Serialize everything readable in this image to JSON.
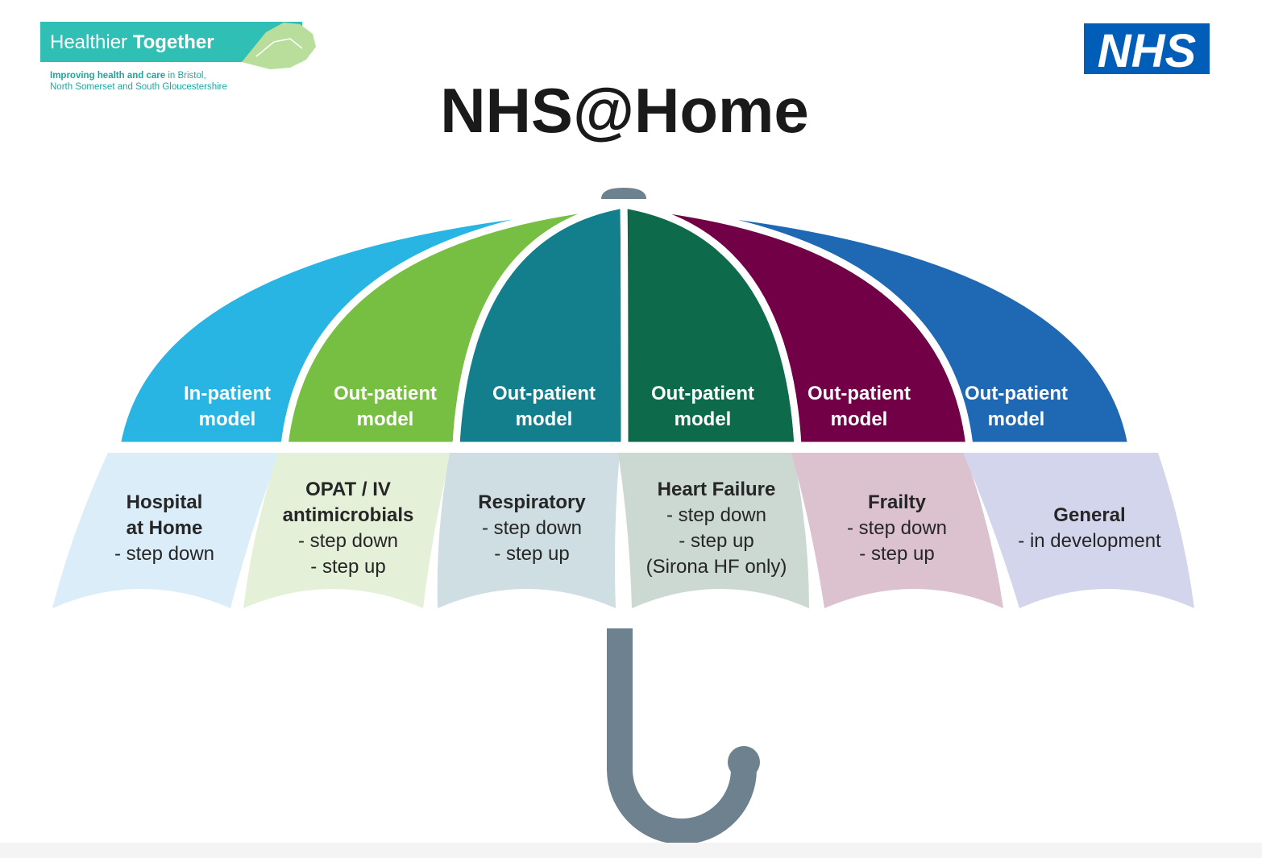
{
  "logo": {
    "name_part1": "Healthier ",
    "name_part2": "Together",
    "tagline_bold": "Improving health and care",
    "tagline_line1_rest": " in Bristol,",
    "tagline_line2": "North Somerset and South Gloucestershire"
  },
  "nhs_logo": {
    "text": "NHS",
    "color": "#005EB8"
  },
  "title": "NHS@Home",
  "colors": {
    "umbrella_handle": "#6e818e",
    "canopy_separator": "#ffffff"
  },
  "segments": [
    {
      "model_lines": [
        "In-patient",
        "model"
      ],
      "service_bold": [
        "Hospital",
        "at Home"
      ],
      "service_lines": [
        "- step down"
      ],
      "color": "#29b5e3",
      "light_color": "#daedf8"
    },
    {
      "model_lines": [
        "Out-patient",
        "model"
      ],
      "service_bold": [
        "OPAT / IV",
        "antimicrobials"
      ],
      "service_lines": [
        "- step down",
        "- step up"
      ],
      "color": "#77bf43",
      "light_color": "#e4f0d8"
    },
    {
      "model_lines": [
        "Out-patient",
        "model"
      ],
      "service_bold": [
        "Respiratory"
      ],
      "service_lines": [
        "- step down",
        "- step up"
      ],
      "color": "#137f8c",
      "light_color": "#cfdee3"
    },
    {
      "model_lines": [
        "Out-patient",
        "model"
      ],
      "service_bold": [
        "Heart Failure"
      ],
      "service_lines": [
        "- step down",
        "- step up",
        "(Sirona HF only)"
      ],
      "color": "#0d6b4c",
      "light_color": "#cbd9d2"
    },
    {
      "model_lines": [
        "Out-patient",
        "model"
      ],
      "service_bold": [
        "Frailty"
      ],
      "service_lines": [
        "- step down",
        "- step up"
      ],
      "color": "#710046",
      "light_color": "#dbc2ce"
    },
    {
      "model_lines": [
        "Out-patient",
        "model"
      ],
      "service_bold": [
        "General"
      ],
      "service_lines": [
        "- in development"
      ],
      "color": "#1f68b4",
      "light_color": "#d2d5ec"
    }
  ]
}
